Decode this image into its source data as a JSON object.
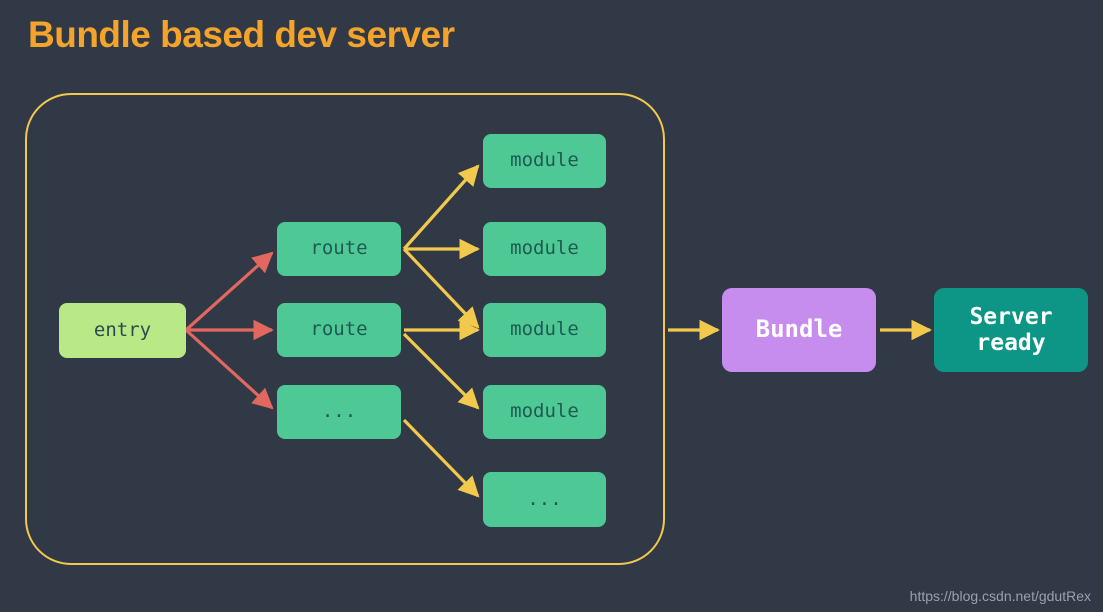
{
  "slide": {
    "title": "Bundle based dev server",
    "background_color": "#313846",
    "title_color": "#f5a42b",
    "watermark": "https://blog.csdn.net/gdutRex"
  },
  "group": {
    "label": "bundle-graph-container",
    "border_color": "#f2c94c"
  },
  "nodes": {
    "entry": {
      "label": "entry",
      "color": "#b9e986"
    },
    "route1": {
      "label": "route",
      "color": "#4ec995"
    },
    "route2": {
      "label": "route",
      "color": "#4ec995"
    },
    "route3": {
      "label": "...",
      "color": "#4ec995"
    },
    "module1": {
      "label": "module",
      "color": "#4ec995"
    },
    "module2": {
      "label": "module",
      "color": "#4ec995"
    },
    "module3": {
      "label": "module",
      "color": "#4ec995"
    },
    "module4": {
      "label": "module",
      "color": "#4ec995"
    },
    "module5": {
      "label": "...",
      "color": "#4ec995"
    },
    "bundle": {
      "label": "Bundle",
      "color": "#c68cee"
    },
    "server": {
      "label": "Server\nready",
      "color": "#0d9685"
    }
  },
  "edges": {
    "entry_color": "#e2685f",
    "graph_color": "#f2c94c",
    "bundle_color": "#f2c94c",
    "list": [
      {
        "from": "entry",
        "to": "route1",
        "color": "#e2685f"
      },
      {
        "from": "entry",
        "to": "route2",
        "color": "#e2685f"
      },
      {
        "from": "entry",
        "to": "route3",
        "color": "#e2685f"
      },
      {
        "from": "route1",
        "to": "module1",
        "color": "#f2c94c"
      },
      {
        "from": "route1",
        "to": "module2",
        "color": "#f2c94c"
      },
      {
        "from": "route1",
        "to": "module3",
        "color": "#f2c94c"
      },
      {
        "from": "route2",
        "to": "module3",
        "color": "#f2c94c"
      },
      {
        "from": "route2",
        "to": "module4",
        "color": "#f2c94c"
      },
      {
        "from": "route3",
        "to": "module5",
        "color": "#f2c94c"
      },
      {
        "from": "group",
        "to": "bundle",
        "color": "#f2c94c"
      },
      {
        "from": "bundle",
        "to": "server",
        "color": "#f2c94c"
      }
    ]
  }
}
